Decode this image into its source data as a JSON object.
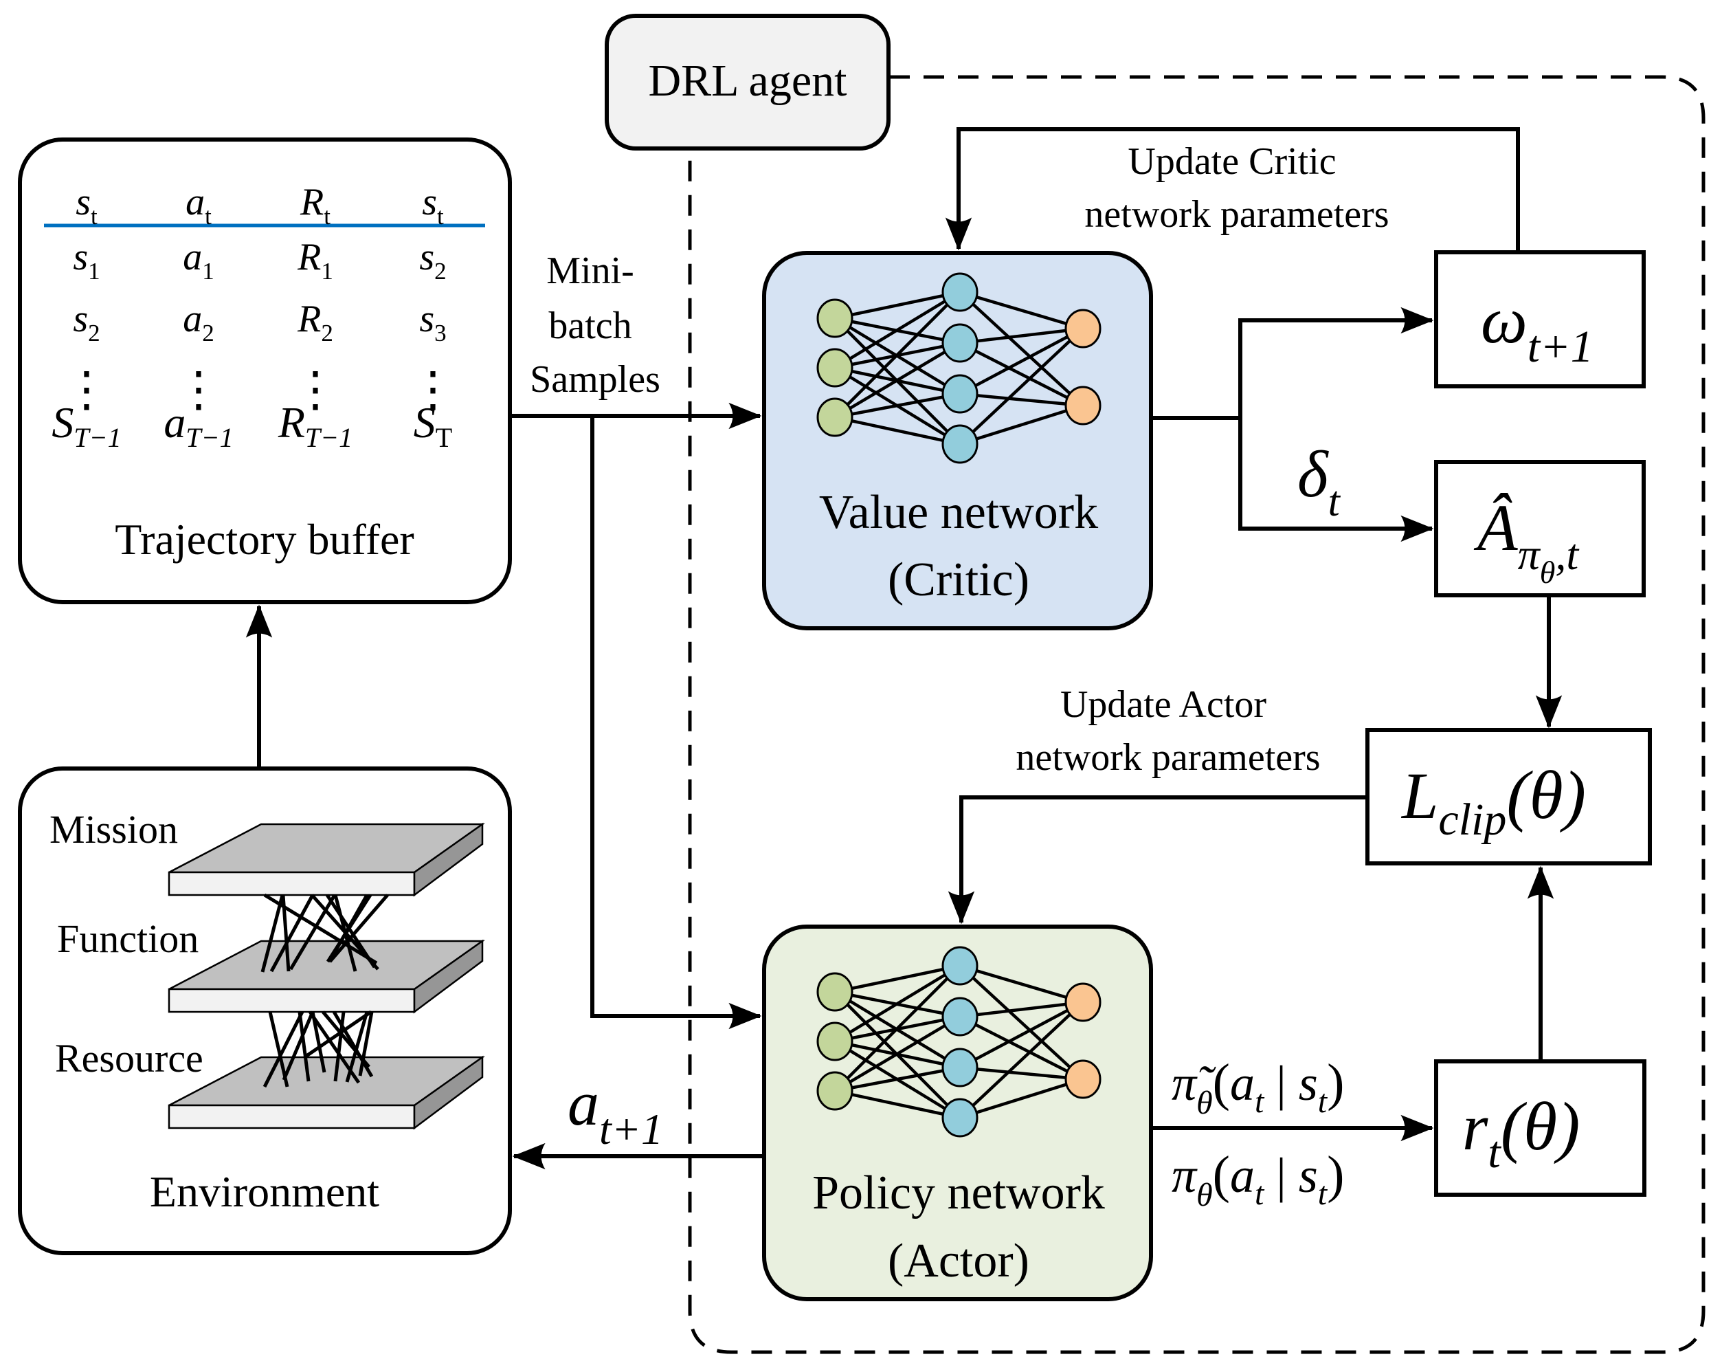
{
  "title": "DRL agent",
  "colors": {
    "agent_fill": "#F2F2F2",
    "critic_fill": "#D6E3F3",
    "actor_fill": "#E9F0DF",
    "input_node": "#C3D69B",
    "hidden_node": "#92CDDC",
    "output_node": "#FAC591",
    "table_rule": "#0070C0",
    "layer_top": "#C0C0C0",
    "layer_front": "#F2F2F2",
    "layer_side": "#969696"
  },
  "trajectory_buffer": {
    "label": "Trajectory buffer",
    "columns": [
      {
        "base": "s",
        "sub": "t"
      },
      {
        "base": "a",
        "sub": "t"
      },
      {
        "base": "R",
        "sub": "t"
      },
      {
        "base": "s",
        "sub": "t"
      }
    ],
    "rows": [
      [
        {
          "base": "s",
          "sub": "1"
        },
        {
          "base": "a",
          "sub": "1"
        },
        {
          "base": "R",
          "sub": "1"
        },
        {
          "base": "s",
          "sub": "2"
        }
      ],
      [
        {
          "base": "s",
          "sub": "2"
        },
        {
          "base": "a",
          "sub": "2"
        },
        {
          "base": "R",
          "sub": "2"
        },
        {
          "base": "s",
          "sub": "3"
        }
      ],
      [
        {
          "base": "S",
          "sub": "T−1"
        },
        {
          "base": "a",
          "sub": "T−1"
        },
        {
          "base": "R",
          "sub": "T−1"
        },
        {
          "base": "S",
          "sub": "T"
        }
      ]
    ],
    "ellipsis": "⋮"
  },
  "environment": {
    "label": "Environment",
    "layers": [
      "Mission",
      "Function",
      "Resource"
    ]
  },
  "minibatch": {
    "lines": [
      "Mini-",
      "batch",
      "Samples"
    ]
  },
  "value_network": {
    "title": "Value network",
    "subtitle": "(Critic)",
    "layer_sizes": [
      3,
      4,
      2
    ]
  },
  "policy_network": {
    "title": "Policy network",
    "subtitle": "(Actor)",
    "layer_sizes": [
      3,
      4,
      2
    ]
  },
  "update_critic": {
    "lines": [
      "Update Critic",
      "network parameters"
    ]
  },
  "update_actor": {
    "lines": [
      "Update Actor",
      "network parameters"
    ]
  },
  "math": {
    "omega": {
      "base": "ω",
      "sub": "t+1"
    },
    "delta": {
      "base": "δ",
      "sub": "t"
    },
    "advantage": {
      "base": "Â",
      "sub": "π",
      "subsub": "θ",
      "tail": ",t"
    },
    "lclip": {
      "base": "L",
      "sub": "clip",
      "arg": "(θ)"
    },
    "ratio": {
      "base": "r",
      "sub": "t",
      "arg": "(θ)"
    },
    "pi_old": {
      "base": "π̃",
      "sub": "θ",
      "open": "(",
      "a": "a",
      "a_sub": "t",
      "bar": " | ",
      "s": "s",
      "s_sub": "t",
      "close": ")"
    },
    "pi_new": {
      "base": "π",
      "sub": "θ",
      "open": "(",
      "a": "a",
      "a_sub": "t",
      "bar": " | ",
      "s": "s",
      "s_sub": "t",
      "close": ")"
    },
    "action": {
      "base": "a",
      "sub": "t+1"
    }
  }
}
